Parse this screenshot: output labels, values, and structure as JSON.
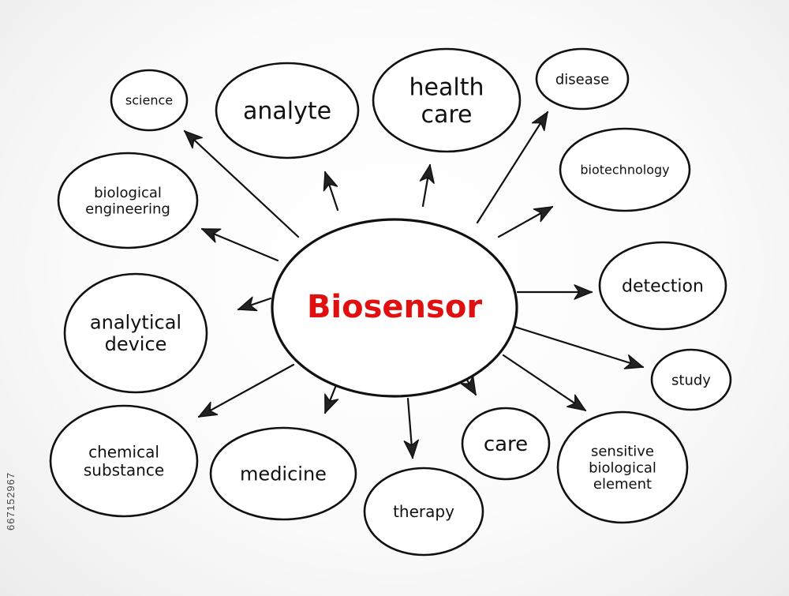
{
  "center": {
    "label": "Biosensor",
    "color": "#e01010"
  },
  "nodes": [
    {
      "id": "science",
      "lines": [
        "science"
      ]
    },
    {
      "id": "analyte",
      "lines": [
        "analyte"
      ]
    },
    {
      "id": "health-care",
      "lines": [
        "health",
        "care"
      ]
    },
    {
      "id": "disease",
      "lines": [
        "disease"
      ]
    },
    {
      "id": "biotechnology",
      "lines": [
        "biotechnology"
      ]
    },
    {
      "id": "biological-engineering",
      "lines": [
        "biological",
        "engineering"
      ]
    },
    {
      "id": "detection",
      "lines": [
        "detection"
      ]
    },
    {
      "id": "analytical-device",
      "lines": [
        "analytical",
        "device"
      ]
    },
    {
      "id": "study",
      "lines": [
        "study"
      ]
    },
    {
      "id": "chemical-substance",
      "lines": [
        "chemical",
        "substance"
      ]
    },
    {
      "id": "medicine",
      "lines": [
        "medicine"
      ]
    },
    {
      "id": "therapy",
      "lines": [
        "therapy"
      ]
    },
    {
      "id": "care",
      "lines": [
        "care"
      ]
    },
    {
      "id": "sensitive-biological-element",
      "lines": [
        "sensitive",
        "biological",
        "element"
      ]
    }
  ],
  "stock_id": "667152967"
}
